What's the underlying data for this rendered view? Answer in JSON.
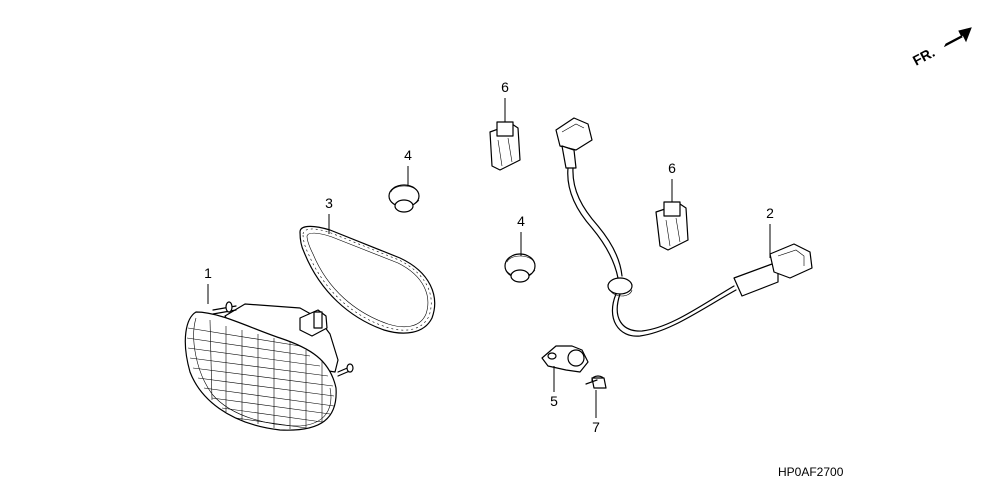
{
  "diagram": {
    "direction_label": "FR.",
    "diagram_code": "HP0AF2700",
    "callouts": {
      "taillight": "1",
      "harness": "2",
      "gasket": "3",
      "grommet_upper": "4",
      "grommet_lower": "4",
      "clamp": "5",
      "socket_upper": "6",
      "socket_right": "6",
      "bolt": "7"
    }
  }
}
